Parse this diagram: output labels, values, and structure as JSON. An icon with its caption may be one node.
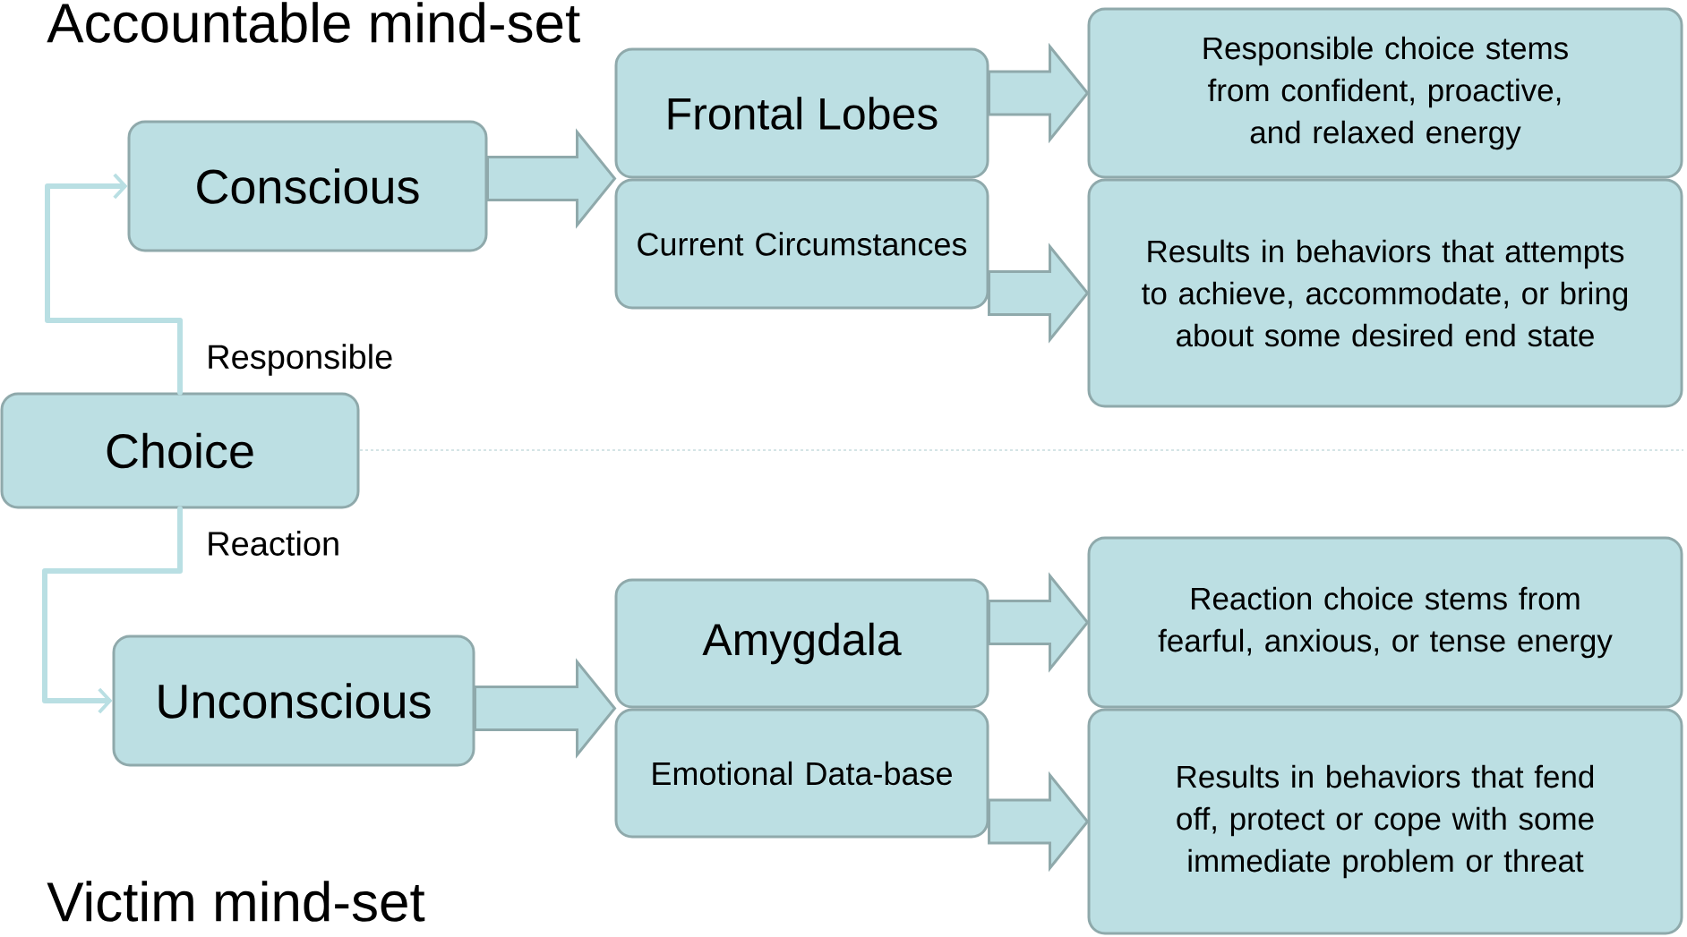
{
  "diagram": {
    "nodes": [
      {
        "text": [
          "Conscious"
        ]
      },
      {
        "text": [
          "Frontal Lobes"
        ]
      },
      {
        "text": [
          "Current Circumstances"
        ]
      },
      {
        "text": [
          "Responsible choice stems from confident, proactive, and relaxed energy"
        ]
      },
      {
        "text": [
          "Results in behaviors that attempts to achieve, accommodate, or bring about some desired end state"
        ]
      },
      {
        "text": [
          "Choice"
        ]
      },
      {
        "text": [
          "Unconscious"
        ]
      },
      {
        "text": [
          "Amygdala"
        ]
      },
      {
        "text": [
          "Emotional Data-base"
        ]
      },
      {
        "text": [
          "Reaction choice stems from fearful, anxious, or tense energy"
        ]
      },
      {
        "text": [
          "Results in behaviors that fend off, protect or cope with some immediate problem or threat"
        ]
      }
    ],
    "edges": [
      {
        "from": 5,
        "to": 0,
        "arrow": "to",
        "label": "Responsible",
        "color": "#b9dfe3"
      },
      {
        "from": 5,
        "to": 6,
        "arrow": "to",
        "label": "Reaction",
        "color": "#b9dfe3"
      },
      {
        "from": 0,
        "to": 1,
        "arrow": "to",
        "style": "thick"
      },
      {
        "from": 0,
        "to": 2,
        "arrow": "to",
        "style": "thick"
      },
      {
        "from": 1,
        "to": 3,
        "arrow": "to",
        "style": "thick"
      },
      {
        "from": 2,
        "to": 4,
        "arrow": "to",
        "style": "thick"
      },
      {
        "from": 6,
        "to": 7,
        "arrow": "to",
        "style": "thick"
      },
      {
        "from": 6,
        "to": 8,
        "arrow": "to",
        "style": "thick"
      },
      {
        "from": 7,
        "to": 9,
        "arrow": "to",
        "style": "thick"
      },
      {
        "from": 8,
        "to": 10,
        "arrow": "to",
        "style": "thick"
      }
    ],
    "labels": [
      "Accountable mind-set",
      "Victim mind-set"
    ]
  }
}
